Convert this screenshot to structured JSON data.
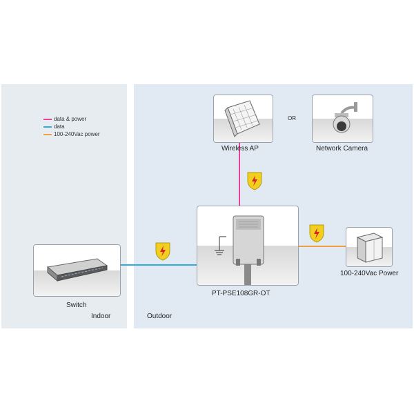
{
  "legend": {
    "items": [
      {
        "label": "data & power",
        "color": "#e8419b"
      },
      {
        "label": "data",
        "color": "#33aadd"
      },
      {
        "label": "100-240Vac power",
        "color": "#f0a040"
      }
    ]
  },
  "zones": {
    "indoor": "Indoor",
    "outdoor": "Outdoor"
  },
  "devices": {
    "wireless_ap": "Wireless AP",
    "or": "OR",
    "camera": "Network Camera",
    "pse": "PT-PSE108GR-OT",
    "switch": "Switch",
    "power": "100-240Vac Power"
  },
  "colors": {
    "data_power": "#e8419b",
    "data": "#33aadd",
    "ac_power": "#f0a040",
    "shield": "#f2cf1e",
    "bolt": "#d9232d"
  },
  "icons": [
    "lightning-shield-icon",
    "ground-icon"
  ]
}
